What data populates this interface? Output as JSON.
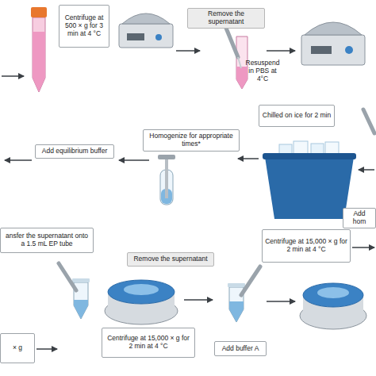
{
  "diagram": {
    "nodes": [
      {
        "text": [
          "Centrifuge at 500 × g for 3 min at 4 °C"
        ]
      },
      {
        "text": [
          "Remove the supernatant"
        ]
      },
      {
        "text": [
          "Resuspend in PBS at 4°C"
        ]
      },
      {
        "text": [
          "Chilled on ice for 2 min"
        ]
      },
      {
        "text": [
          "Homogenize for appropriate times*"
        ]
      },
      {
        "text": [
          "Add equilibrium buffer"
        ]
      },
      {
        "text": [
          "Add hom"
        ]
      },
      {
        "text": [
          "ansfer the supernatant onto a 1.5 mL EP tube"
        ]
      },
      {
        "text": [
          "Remove the supernatant"
        ]
      },
      {
        "text": [
          "Centrifuge at 15,000 × g for 2 min at 4 °C"
        ]
      },
      {
        "text": [
          "× g"
        ]
      },
      {
        "text": [
          "Centrifuge at 15,000 × g for 2 min at 4 °C"
        ]
      },
      {
        "text": [
          "Add buffer A"
        ]
      }
    ]
  }
}
